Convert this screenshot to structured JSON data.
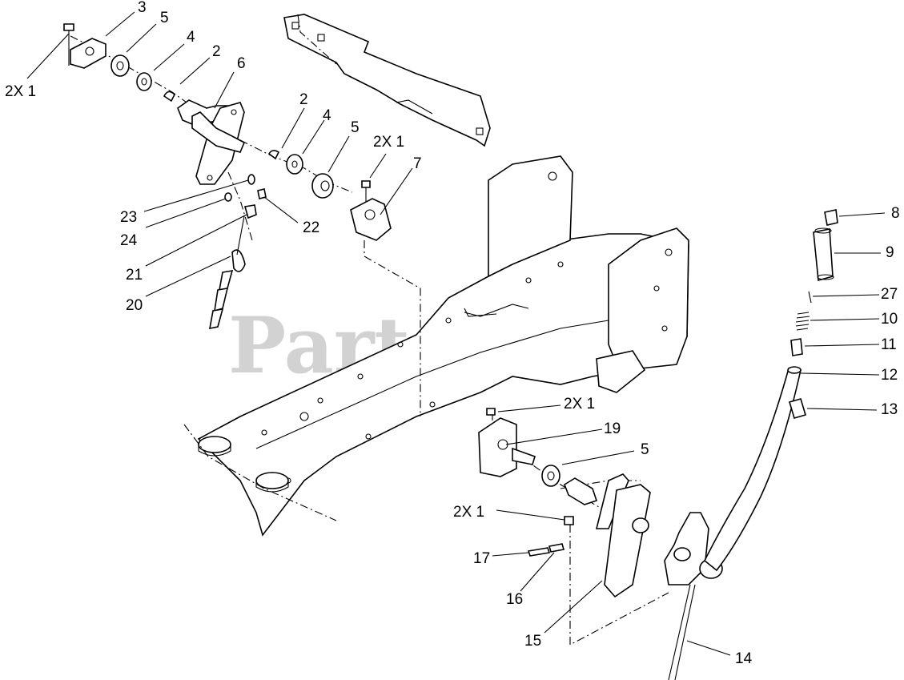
{
  "watermark": {
    "text": "PartsTree",
    "trademark": "TM"
  },
  "callouts": [
    {
      "id": "c3",
      "text": "3"
    },
    {
      "id": "c5a",
      "text": "5"
    },
    {
      "id": "c4a",
      "text": "4"
    },
    {
      "id": "c2a",
      "text": "2"
    },
    {
      "id": "c6",
      "text": "6"
    },
    {
      "id": "c2x1a",
      "text": "2X 1"
    },
    {
      "id": "c2b",
      "text": "2"
    },
    {
      "id": "c4b",
      "text": "4"
    },
    {
      "id": "c5b",
      "text": "5"
    },
    {
      "id": "c2x1b",
      "text": "2X 1"
    },
    {
      "id": "c7",
      "text": "7"
    },
    {
      "id": "c23",
      "text": "23"
    },
    {
      "id": "c24",
      "text": "24"
    },
    {
      "id": "c22",
      "text": "22"
    },
    {
      "id": "c21",
      "text": "21"
    },
    {
      "id": "c20",
      "text": "20"
    },
    {
      "id": "c8",
      "text": "8"
    },
    {
      "id": "c9",
      "text": "9"
    },
    {
      "id": "c27",
      "text": "27"
    },
    {
      "id": "c10",
      "text": "10"
    },
    {
      "id": "c11",
      "text": "11"
    },
    {
      "id": "c12",
      "text": "12"
    },
    {
      "id": "c13",
      "text": "13"
    },
    {
      "id": "c2x1c",
      "text": "2X 1"
    },
    {
      "id": "c19",
      "text": "19"
    },
    {
      "id": "c5c",
      "text": "5"
    },
    {
      "id": "c2x1d",
      "text": "2X 1"
    },
    {
      "id": "c17",
      "text": "17"
    },
    {
      "id": "c16",
      "text": "16"
    },
    {
      "id": "c15",
      "text": "15"
    },
    {
      "id": "c14",
      "text": "14"
    }
  ]
}
